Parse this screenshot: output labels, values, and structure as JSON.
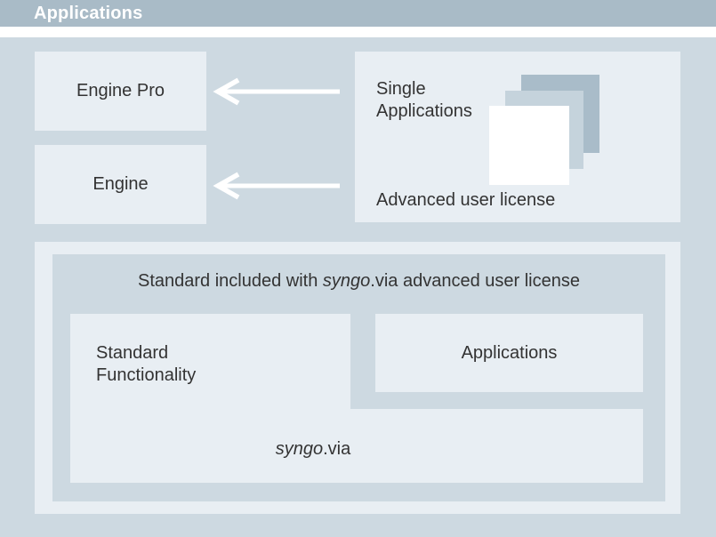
{
  "header": {
    "title": "Applications"
  },
  "engines": {
    "engine_pro_label": "Engine Pro",
    "engine_label": "Engine"
  },
  "single_apps": {
    "title": "Single\nApplications",
    "license_label": "Advanced user license"
  },
  "standard_section": {
    "title_prefix": "Standard included with ",
    "title_product": "syngo",
    "title_suffix": ".via advanced user license",
    "functionality_label": "Standard\nFunctionality",
    "applications_label": "Applications",
    "platform_product": "syngo",
    "platform_suffix": ".via"
  },
  "icons": {
    "left_arrow": "white open chevron arrow pointing left",
    "stacked_squares": "three diagonally layered squares (dark, mid, white)"
  },
  "colors": {
    "header_bar": "#a9bbc7",
    "background": "#cdd9e1",
    "box_fill": "#e8eef3",
    "square_back": "#a9bcc9",
    "square_middle": "#c5d3dc",
    "square_front": "#ffffff",
    "arrow": "#ffffff",
    "text": "#333333",
    "header_text": "#ffffff"
  }
}
